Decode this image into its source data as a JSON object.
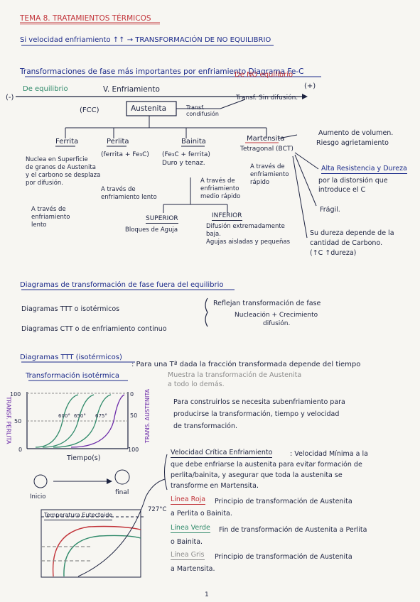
{
  "header": {
    "title": "TEMA 8. TRATAMIENTOS TÉRMICOS",
    "line1": "Si velocidad enfriamiento ↑↑ → TRANSFORMACIÓN DE NO EQUILIBRIO",
    "line2": "Transformaciones de fase más importantes por enfriamiento Diagrama Fe-C"
  },
  "diagram": {
    "no_eq": "De NO equilibrio",
    "plus": "(+)",
    "minus": "(-)",
    "de_eq": "De equilibrio",
    "v_enfr": "V. Enfriamiento",
    "fcc": "(FCC)",
    "austenita": "Austenita",
    "transf_cond": "Transf. condifusión",
    "transf_sin": "Transf. Sin difusión.",
    "ferrita": "Ferrita",
    "ferrita_desc": [
      "Nuclea en Superficie",
      "de granos de Austenita",
      "y el carbono se desplaza",
      "por difusión."
    ],
    "ferrita_via": [
      "A través de",
      "enfriamiento",
      "lento"
    ],
    "perlita": "Perlita",
    "perlita_desc": "(ferrita + Fe₃C)",
    "perlita_via": [
      "A través de",
      "enfriamiento lento"
    ],
    "bainita": "Bainita",
    "bainita_desc": [
      "(Fe₃C + ferrita)",
      "Duro y tenaz."
    ],
    "bainita_via": [
      "A través de",
      "enfriamiento",
      "medio rápido"
    ],
    "superior": "SUPERIOR",
    "superior_desc": "Bloques de Aguja",
    "inferior": "INFERIOR",
    "inferior_desc": [
      "Difusión extremadamente",
      "baja.",
      "Agujas aisladas y pequeñas"
    ],
    "martensita": "Martensita",
    "martensita_desc": "Tetragonal (BCT)",
    "martensita_via": [
      "A través de",
      "enfriamiento",
      "rápido"
    ],
    "aumento": "Aumento de volumen.",
    "riesgo": "Riesgo agrietamiento",
    "alta": "Alta Resistencia y Dureza",
    "alta_desc": [
      "por la distorsión que",
      "introduce el C"
    ],
    "fragil": "Frágil.",
    "sudureza": [
      "Su dureza depende de la",
      "cantidad de Carbono.",
      "(↑C ↑dureza)"
    ]
  },
  "section2": {
    "heading": "Diagramas de transformación de fase fuera del equilibrio",
    "ttt": "Diagramas TTT o isotérmicos",
    "cct": "Diagramas CTT o de enfriamiento continuo",
    "reflejan": "Reflejan transformación de fase",
    "nucleacion": [
      "Nucleación + Crecimiento",
      "difusión."
    ]
  },
  "section3": {
    "heading": "Diagramas TTT (isotérmicos)",
    "iso_label": "Transformación isotérmica",
    "iso_text": ": Para una Tª dada la fracción transformada depende del tiempo",
    "muestra": [
      "Muestra la transformación de Austenita",
      "a todo lo demás."
    ],
    "para_constr": [
      "Para construirlos se necesita subenfriamiento para",
      "producirse la transformación, tiempo y velocidad",
      "de transformación."
    ],
    "vel_critica": "Velocidad Crítica Enfriamiento",
    "vel_text": [
      ": Velocidad Mínima a la",
      "que debe enfriarse la austenita para evitar formación de",
      "perlita/bainita, y asegurar que toda la austenita se",
      "transforme en Martensita."
    ],
    "roja": "Línea Roja",
    "roja_text": [
      "Principio de transformación de Austenita",
      "a Perlita o Bainita."
    ],
    "verde": "Línea Verde",
    "verde_text": [
      "Fin de transformación de Austenita a Perlita",
      "o Bainita."
    ],
    "gris": "Línea Gris",
    "gris_text": [
      "Principio de transformación de Austenita",
      "a Martensita."
    ],
    "footer": "1"
  },
  "chart_data": {
    "type": "line",
    "xlabel": "Tiempo(s)",
    "ylabel_left": "TRANSF. PERLITA",
    "ylabel_right": "TRANS. AUSTENITA",
    "left_ticks": [
      "100",
      "50",
      "0"
    ],
    "right_ticks": [
      "0",
      "50",
      "100"
    ],
    "series_labels": [
      "600°",
      "650°",
      "675°"
    ],
    "inicio": "Inicio",
    "final": "final",
    "temp_label": "Temperatura Eutectoide",
    "temp_value": "727°C"
  }
}
